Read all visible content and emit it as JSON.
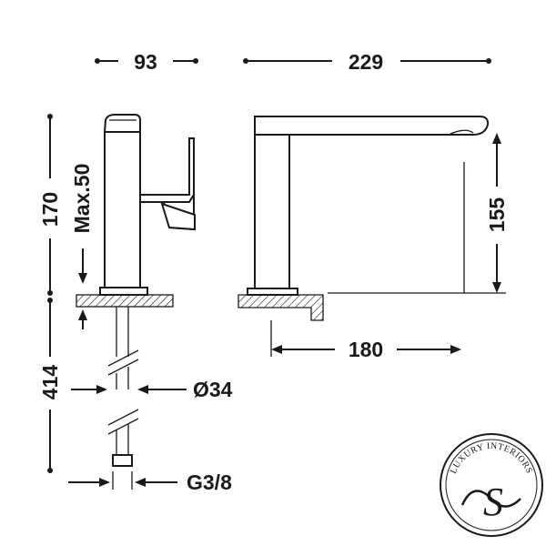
{
  "dimensions": {
    "width_side": "93",
    "width_front": "229",
    "height_total": "170",
    "max_handle": "Max.50",
    "spout_height": "155",
    "spout_reach": "180",
    "below_deck": "414",
    "hole_diameter": "Ø34",
    "thread": "G3/8"
  },
  "logo": {
    "text": "LUXURY INTERIORS",
    "monogram": "S",
    "colors": {
      "stroke": "#1a1a1a"
    }
  }
}
